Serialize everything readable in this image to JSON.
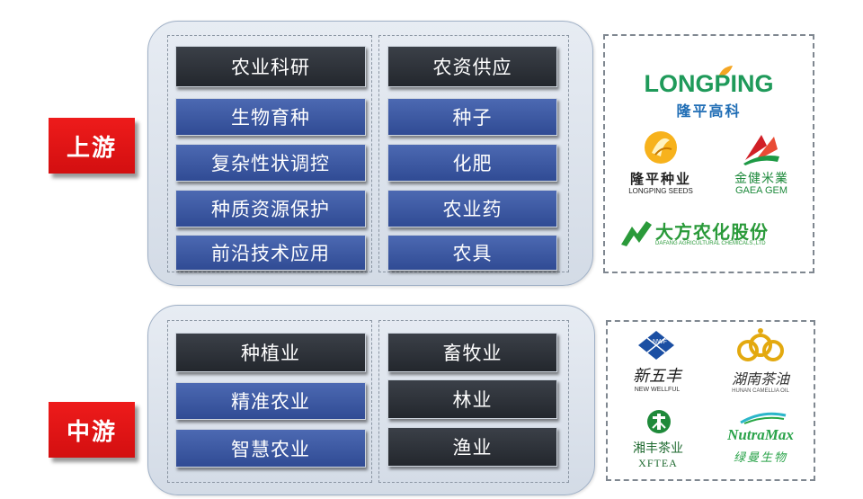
{
  "upstream": {
    "tag": "上游",
    "left_column": [
      "农业科研",
      "生物育种",
      "复杂性状调控",
      "种质资源保护",
      "前沿技术应用"
    ],
    "right_column": [
      "农资供应",
      "种子",
      "化肥",
      "农业药",
      "农具"
    ],
    "logos": {
      "longping_en": "LONGPING",
      "longping_cn": "隆平高科",
      "longping_seeds_cn": "隆平种业",
      "longping_seeds_en": "LONGPING SEEDS",
      "gaea_cn": "金健米業",
      "gaea_en": "GAEA GEM",
      "dafang_cn": "大方农化股份",
      "dafang_en": "DAFANG AGRICULTURAL CHEMICALS.,LTD"
    }
  },
  "midstream": {
    "tag": "中游",
    "left_column": [
      "种植业",
      "精准农业",
      "智慧农业"
    ],
    "right_column": [
      "畜牧业",
      "林业",
      "渔业"
    ],
    "logos": {
      "nwf_badge": "NWF",
      "newwellful_cn": "新五丰",
      "newwellful_en": "NEW WELLFUL",
      "camellia_cn": "湖南茶油",
      "camellia_en": "HUNAN CAMELLIA OIL",
      "xftea_cn": "湘丰茶业",
      "xftea_en": "XFTEA",
      "nutramax_en": "NutraMax",
      "nutramax_cn": "绿曼生物"
    }
  },
  "colors": {
    "tag_red": "#e01414",
    "box_dark": "#2b2f35",
    "box_blue": "#3a57a5",
    "longping_green": "#1f9a5a",
    "longping_blue": "#1f6db5"
  }
}
